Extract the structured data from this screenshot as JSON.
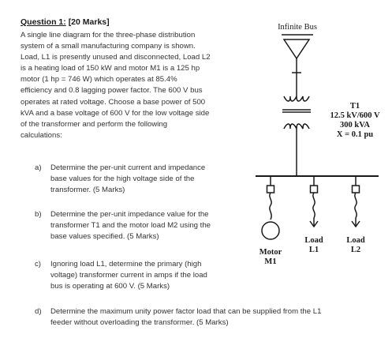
{
  "question": {
    "title": "Question 1:",
    "marks": "[20 Marks]",
    "intro": [
      "A single line diagram for the three-phase distribution",
      "system of a small manufacturing company is shown.",
      "Load, L1 is presently unused and disconnected, Load L2",
      "is a heating load of 150 kW and motor M1 is a 125 hp",
      "motor (1 hp = 746 W) which operates at 85.4%",
      "efficiency and 0.8 lagging power factor. The 600 V bus",
      "operates at rated voltage.  Choose a base power of 500",
      "kVA and a base voltage of 600 V for the low voltage side",
      "of the transformer and perform the following",
      "calculations:"
    ],
    "parts": [
      {
        "label": "a)",
        "lines": [
          "Determine the per-unit current and impedance",
          "base values for the high voltage side of the",
          "transformer. (5 Marks)"
        ]
      },
      {
        "label": "b)",
        "lines": [
          "Determine the per-unit impedance value for the",
          "transformer T1 and the motor load M2 using the",
          "base values specified. (5 Marks)"
        ]
      },
      {
        "label": "c)",
        "lines": [
          "Ignoring load L1, determine the primary (high",
          "voltage) transformer current in amps if the load",
          "bus is operating at 600 V. (5 Marks)"
        ]
      },
      {
        "label": "d)",
        "lines": [
          "Determine the maximum unity power factor load that can be supplied from the L1",
          "feeder without overloading the transformer. (5 Marks)"
        ]
      }
    ]
  },
  "diagram": {
    "infinite_bus": "Infinite Bus",
    "transformer": [
      "T1",
      "12.5 kV/600 V",
      "300 kVA",
      "X = 0.1 pu"
    ],
    "motor": [
      "Motor",
      "M1"
    ],
    "load1": [
      "Load",
      "L1"
    ],
    "load2": [
      "Load",
      "L2"
    ]
  }
}
